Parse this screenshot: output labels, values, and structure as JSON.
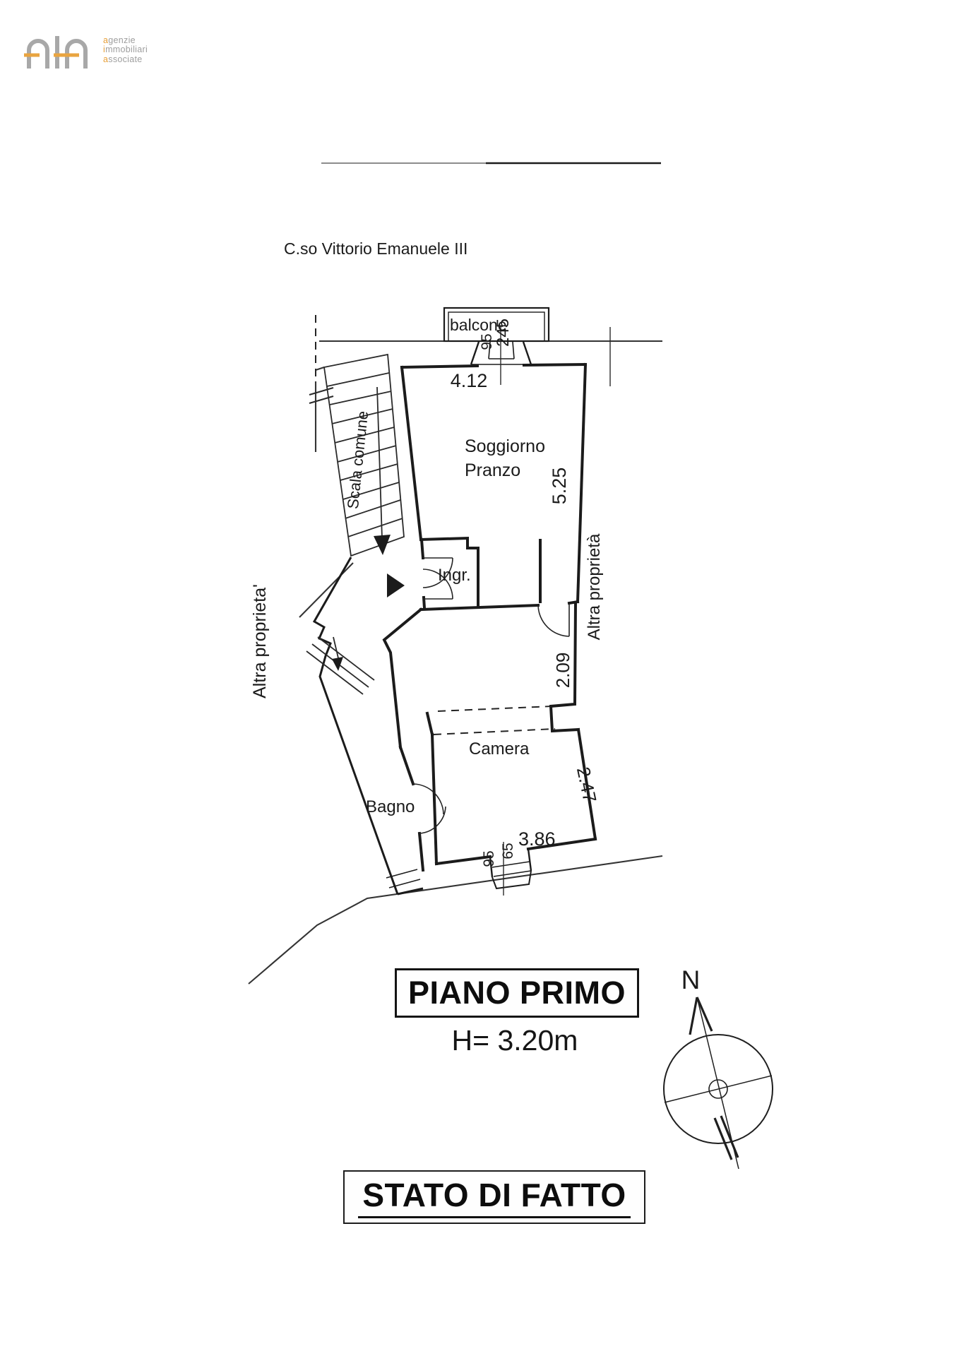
{
  "logo": {
    "accent_color": "#e79f38",
    "gray_color": "#9e9e9e",
    "lines": [
      {
        "first": "a",
        "rest": "genzie"
      },
      {
        "first": "i",
        "rest": "mmobiliari"
      },
      {
        "first": "a",
        "rest": "ssociate"
      }
    ]
  },
  "plan": {
    "street_label": "C.so Vittorio Emanuele III",
    "rooms": {
      "balcone": "balcone",
      "soggiorno_line1": "Soggiorno",
      "soggiorno_line2": "Pranzo",
      "ingresso": "Ingr.",
      "camera": "Camera",
      "bagno": "Bagno",
      "stairs": "Scala comune"
    },
    "neighbors": {
      "left": "Altra proprieta'",
      "right": "Altra proprietà"
    },
    "dims": {
      "soggiorno_width": "4.12",
      "soggiorno_length": "5.25",
      "balcone_depth": "95",
      "balcone_width": "245",
      "disimpegno": "2.09",
      "camera_side": "2.47",
      "camera_width": "3.86",
      "door_width": "65",
      "door_depth": "95"
    },
    "compass": "N"
  },
  "titles": {
    "floor": "PIANO PRIMO",
    "height": "H= 3.20m",
    "status": "STATO DI FATTO"
  }
}
